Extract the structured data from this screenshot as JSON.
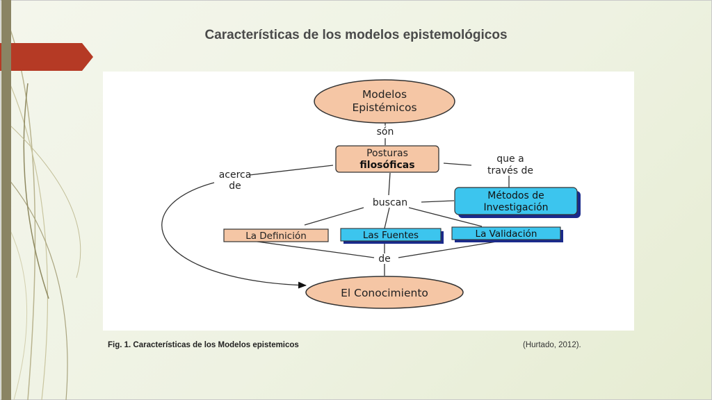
{
  "slide": {
    "title": "Características de los modelos epistemológicos",
    "caption": "Fig. 1. Características de los Modelos epistemicos",
    "citation": "(Hurtado, 2012)."
  },
  "diagram": {
    "nodes": {
      "modelos_line1": "Modelos",
      "modelos_line2": "Epistémicos",
      "posturas_line1": "Posturas",
      "posturas_line2": "filosóficas",
      "metodos_line1": "Métodos de",
      "metodos_line2": "Investigación",
      "definicion": "La Definición",
      "fuentes": "Las Fuentes",
      "validacion": "La Validación",
      "conocimiento": "El Conocimiento"
    },
    "links": {
      "son": "són",
      "acerca_line1": "acerca",
      "acerca_line2": "de",
      "que_line1": "que a",
      "que_line2": "través de",
      "buscan": "buscan",
      "de": "de"
    }
  },
  "colors": {
    "orange_fill": "#f5c6a5",
    "blue_fill": "#3cc5ee",
    "accent_red": "#b53a25",
    "side_bar": "#8a8463"
  }
}
